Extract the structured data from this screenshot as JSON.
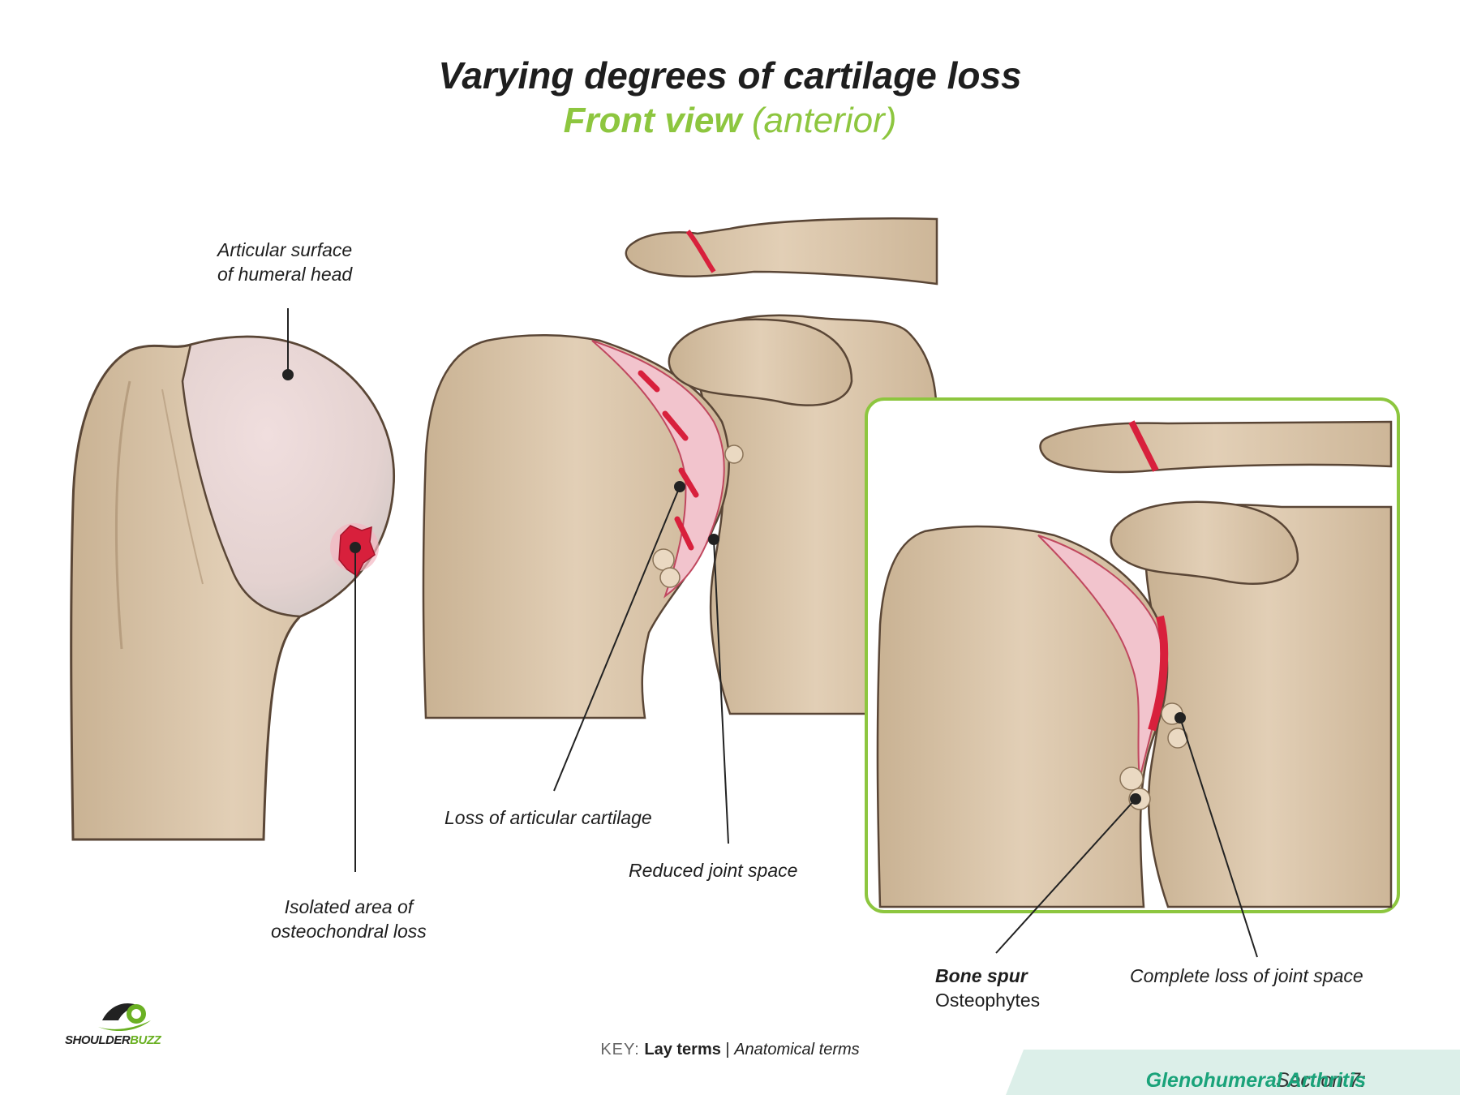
{
  "title": "Varying degrees of cartilage loss",
  "subtitle": {
    "strong": "Front view",
    "rest": "(anterior)"
  },
  "labels": {
    "articular_surface_1": "Articular surface",
    "articular_surface_2": "of humeral head",
    "isolated_area_1": "Isolated area of",
    "isolated_area_2": "osteochondral loss",
    "loss_cartilage": "Loss of articular cartilage",
    "reduced_space": "Reduced joint space",
    "bone_spur": "Bone spur",
    "osteophytes": "Osteophytes",
    "complete_loss": "Complete loss of joint space"
  },
  "key": {
    "prefix": "KEY:",
    "lay": "Lay terms",
    "sep": "|",
    "anatomical": "Anatomical terms"
  },
  "section": {
    "prefix": "Section 7:",
    "name": "Glenohumeral Arthritis"
  },
  "logo": {
    "brand_1": "SHOULDER",
    "brand_2": "BUZZ",
    "icon": "shoulderbuzz-logo-icon"
  },
  "colors": {
    "accent_green": "#8dc63f",
    "section_green": "#1aa37a",
    "bone": "#dcc7ad",
    "cartilage": "#ead5d5",
    "lesion": "#d8203c"
  }
}
